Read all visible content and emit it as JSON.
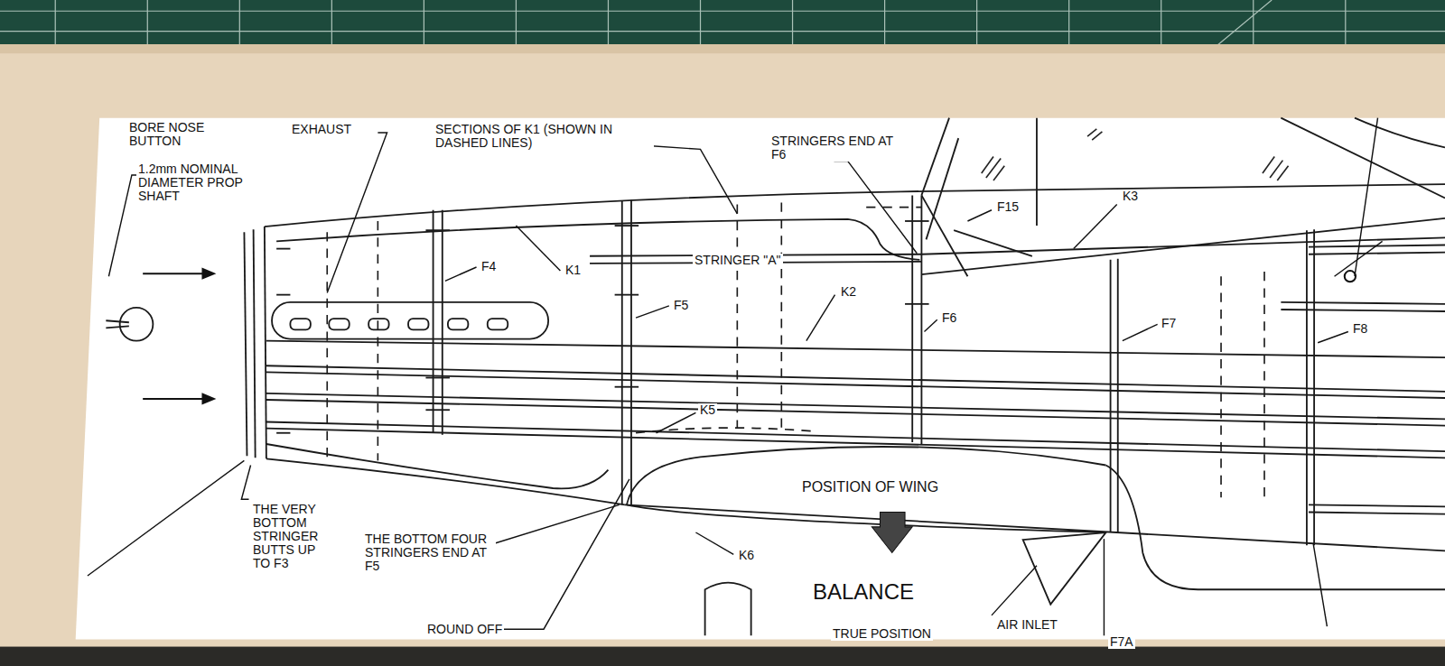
{
  "diagram": {
    "labels": [
      "BORE NOSE BUTTON",
      "EXHAUST",
      "SECTIONS OF K1 (SHOWN IN DASHED LINES)",
      "STRINGERS END AT F6",
      "1.2mm NOMINAL DIAMETER PROP SHAFT",
      "F15",
      "K3",
      "F4",
      "K1",
      "STRINGER \"A\"",
      "K2",
      "F5",
      "F6",
      "F7",
      "F8",
      "K5",
      "POSITION OF WING",
      "THE VERY BOTTOM STRINGER BUTTS UP TO F3",
      "THE BOTTOM FOUR STRINGERS END AT F5",
      "K6",
      "BALANCE",
      "ROUND OFF",
      "TRUE POSITION",
      "AIR INLET",
      "F7A"
    ]
  }
}
